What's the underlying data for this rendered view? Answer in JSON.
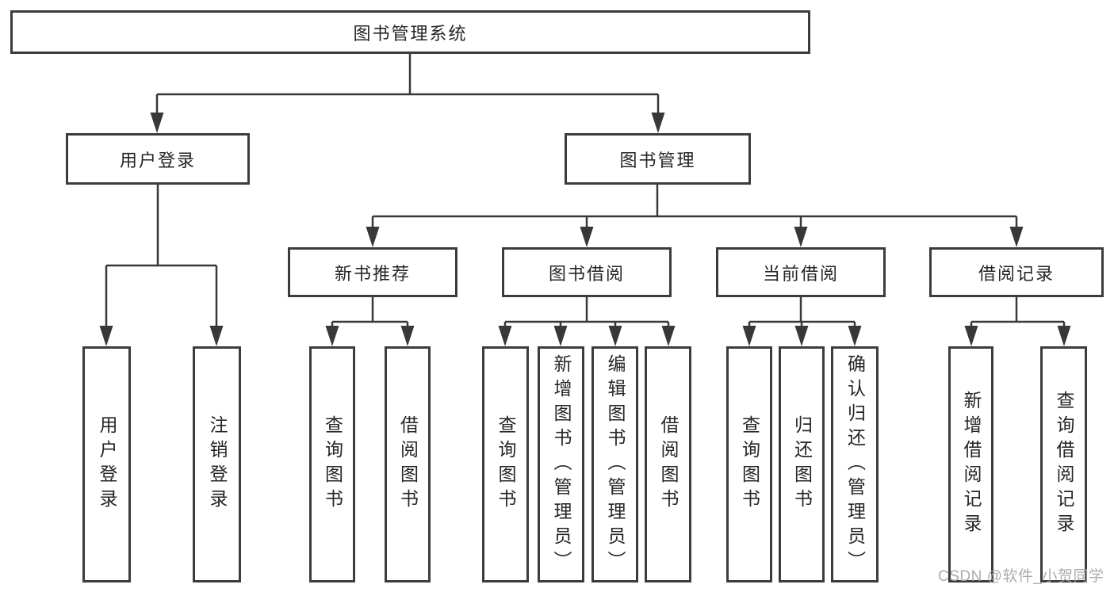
{
  "diagram": {
    "root": {
      "label": "图书管理系统"
    },
    "branches": [
      {
        "label": "用户登录",
        "children": [
          {
            "label": "用户登录"
          },
          {
            "label": "注销登录"
          }
        ]
      },
      {
        "label": "图书管理",
        "children": [
          {
            "label": "新书推荐",
            "children": [
              {
                "label": "查询图书"
              },
              {
                "label": "借阅图书"
              }
            ]
          },
          {
            "label": "图书借阅",
            "children": [
              {
                "label": "查询图书"
              },
              {
                "label": "新增图书（管理员）"
              },
              {
                "label": "编辑图书（管理员）"
              },
              {
                "label": "借阅图书"
              }
            ]
          },
          {
            "label": "当前借阅",
            "children": [
              {
                "label": "查询图书"
              },
              {
                "label": "归还图书"
              },
              {
                "label": "确认归还（管理员）"
              }
            ]
          },
          {
            "label": "借阅记录",
            "children": [
              {
                "label": "新增借阅记录"
              },
              {
                "label": "查询借阅记录"
              }
            ]
          }
        ]
      }
    ]
  },
  "watermark": "CSDN @软件_小贺同学",
  "colors": {
    "line": "#383838",
    "box_border": "#3c3c3c",
    "text": "#262626",
    "background": "#ffffff",
    "watermark": "#a3a3a3"
  }
}
